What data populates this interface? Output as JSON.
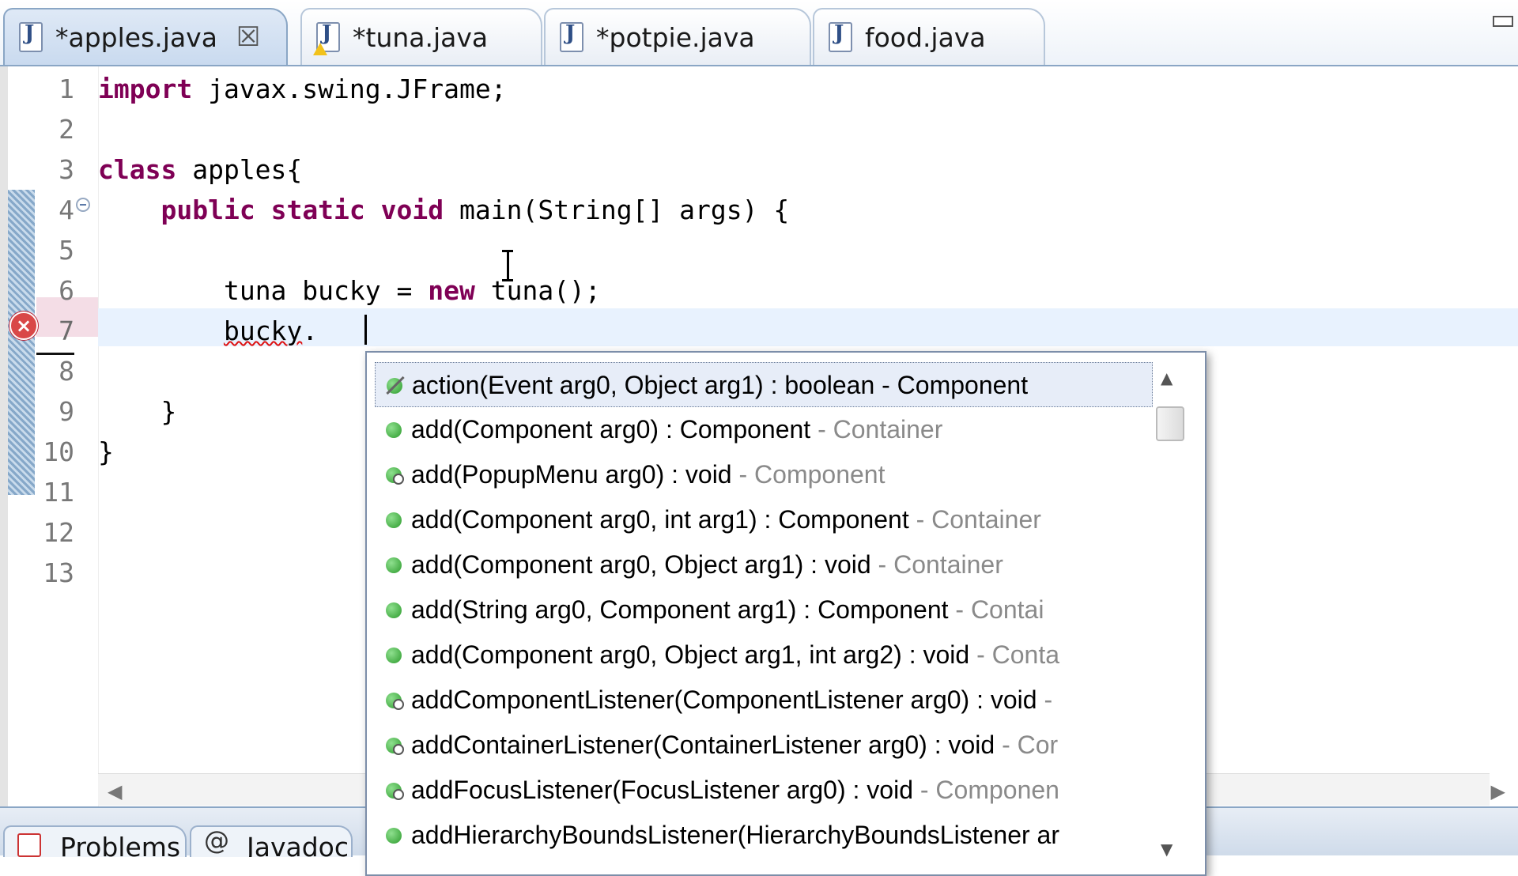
{
  "tabs": [
    {
      "label": "*apples.java",
      "close": "☒"
    },
    {
      "label": "*tuna.java"
    },
    {
      "label": "*potpie.java"
    },
    {
      "label": "food.java"
    }
  ],
  "editor": {
    "line_numbers": [
      "1",
      "2",
      "3",
      "4",
      "5",
      "6",
      "7",
      "8",
      "9",
      "10",
      "11",
      "12",
      "13"
    ],
    "code": {
      "l1_kw": "import",
      "l1_rest": " javax.swing.JFrame;",
      "l3_kw": "class",
      "l3_rest": " apples{",
      "l4_indent": "    ",
      "l4_kw1": "public",
      "l4_sp1": " ",
      "l4_kw2": "static",
      "l4_sp2": " ",
      "l4_kw3": "void",
      "l4_rest": " main(String[] args) {",
      "l6_indent": "        ",
      "l6_a": "tuna bucky = ",
      "l6_kw": "new",
      "l6_b": " tuna();",
      "l7_indent": "        ",
      "l7_var": "bucky",
      "l7_dot": ".",
      "l9": "    }",
      "l10": "}"
    },
    "error_marker": "×"
  },
  "content_assist": {
    "items": [
      {
        "signature": "action(Event arg0, Object arg1) : boolean",
        "owner": " - Component"
      },
      {
        "signature": "add(Component arg0) : Component",
        "owner": " - Container"
      },
      {
        "signature": "add(PopupMenu arg0) : void",
        "owner": " - Component"
      },
      {
        "signature": "add(Component arg0, int arg1) : Component",
        "owner": " - Container"
      },
      {
        "signature": "add(Component arg0, Object arg1) : void",
        "owner": " - Container"
      },
      {
        "signature": "add(String arg0, Component arg1) : Component",
        "owner": " - Contai"
      },
      {
        "signature": "add(Component arg0, Object arg1, int arg2) : void",
        "owner": " - Conta"
      },
      {
        "signature": "addComponentListener(ComponentListener arg0) : void",
        "owner": " -"
      },
      {
        "signature": "addContainerListener(ContainerListener arg0) : void",
        "owner": " - Cor"
      },
      {
        "signature": "addFocusListener(FocusListener arg0) : void",
        "owner": " - Componen"
      },
      {
        "signature": "addHierarchyBoundsListener(HierarchyBoundsListener ar",
        "owner": ""
      }
    ],
    "scroll_up": "▲",
    "scroll_down": "▼"
  },
  "bottom_tabs": [
    {
      "label": "Problems"
    },
    {
      "label": "Javadoc",
      "icon_glyph": "@"
    }
  ],
  "hscroll": {
    "left": "◀",
    "right": "▶"
  },
  "colors": {
    "keyword": "#7f0055",
    "current_line": "#e8f2fe",
    "owner_text": "#8a8a8a"
  }
}
